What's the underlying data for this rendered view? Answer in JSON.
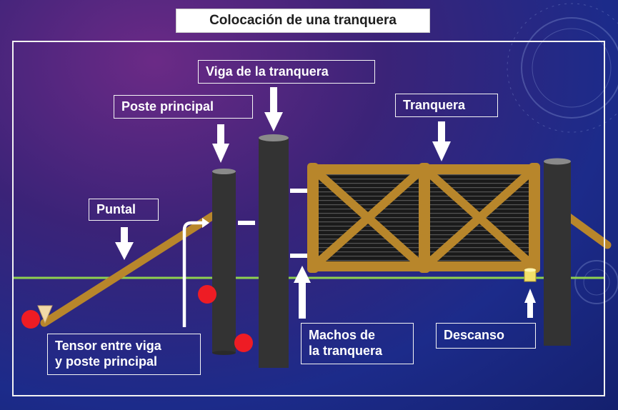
{
  "title": "Colocación de una tranquera",
  "labels": {
    "viga": "Viga de la tranquera",
    "poste_principal": "Poste principal",
    "tranquera": "Tranquera",
    "puntal": "Puntal",
    "tensor": "Tensor entre viga\ny poste principal",
    "machos": "Machos de\nla tranquera",
    "descanso": "Descanso"
  },
  "colors": {
    "post": "#333333",
    "wood": "#b8862b",
    "ground": "#8fd14f",
    "marker": "#ee1c24",
    "arrow": "#ffffff"
  }
}
